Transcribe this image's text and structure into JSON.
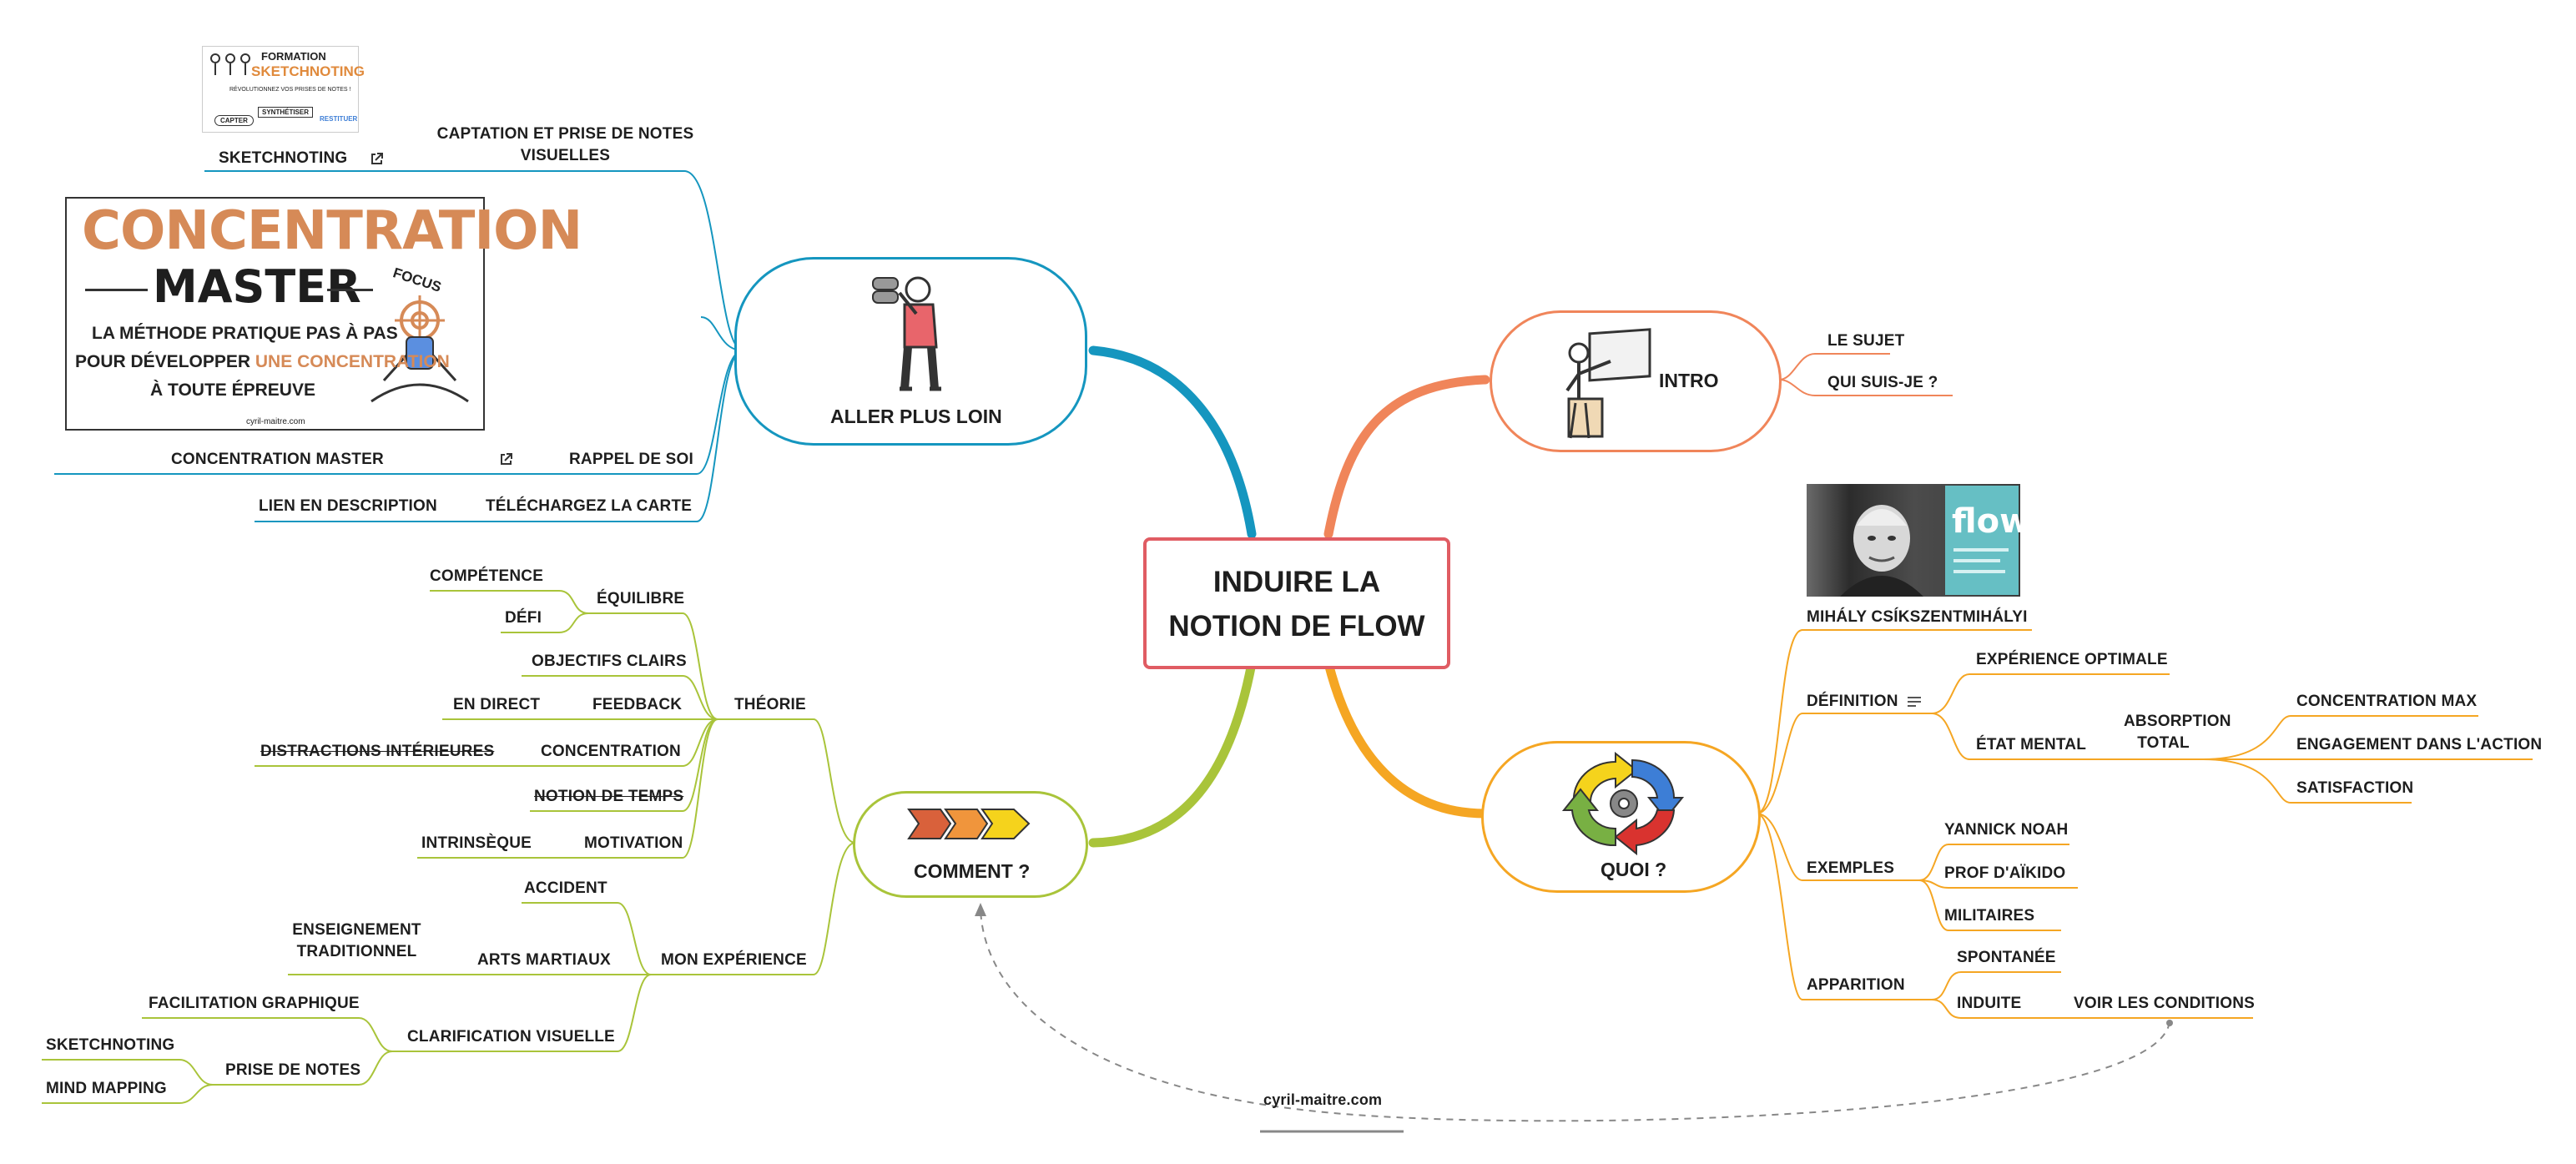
{
  "central": {
    "line1": "INDUIRE LA",
    "line2": "NOTION DE FLOW"
  },
  "colors": {
    "central": "#e05c63",
    "intro": "#f0855a",
    "quoi": "#f5a623",
    "comment": "#a9c43a",
    "aller": "#1596bf"
  },
  "intro": {
    "title": "INTRO",
    "icon": "presenter-icon",
    "items": [
      "LE SUJET",
      "QUI SUIS-JE ?"
    ]
  },
  "quoi": {
    "title": "QUOI ?",
    "icon": "cycle-arrows-gear-icon",
    "portrait_caption": "MIHÁLY CSÍKSZENTMIHÁLYI",
    "book_title": "flow",
    "definition": {
      "label": "DÉFINITION",
      "note_icon": "notes-icon",
      "optimal": "EXPÉRIENCE OPTIMALE",
      "etat": "ÉTAT MENTAL",
      "absorption": [
        "ABSORPTION",
        "TOTAL"
      ],
      "sub": [
        "CONCENTRATION MAX",
        "ENGAGEMENT DANS L'ACTION",
        "SATISFACTION"
      ]
    },
    "exemples": {
      "label": "EXEMPLES",
      "items": [
        "YANNICK NOAH",
        "PROF D'AÏKIDO",
        "MILITAIRES"
      ]
    },
    "apparition": {
      "label": "APPARITION",
      "spontanee": "SPONTANÉE",
      "induite": "INDUITE",
      "voir": "VOIR LES CONDITIONS"
    }
  },
  "comment": {
    "title": "COMMENT ?",
    "icon": "process-arrows-icon",
    "theorie": {
      "label": "THÉORIE",
      "equilibre": "ÉQUILIBRE",
      "competence": "COMPÉTENCE",
      "defi": "DÉFI",
      "objectifs": "OBJECTIFS CLAIRS",
      "feedback": "FEEDBACK",
      "en_direct": "EN DIRECT",
      "concentration": "CONCENTRATION",
      "distractions": "DISTRACTIONS INTÉRIEURES",
      "temps": "NOTION DE TEMPS",
      "motivation": "MOTIVATION",
      "intrinseque": "INTRINSÈQUE"
    },
    "experience": {
      "label": "MON EXPÉRIENCE",
      "accident": "ACCIDENT",
      "arts": "ARTS MARTIAUX",
      "enseignement": [
        "ENSEIGNEMENT",
        "TRADITIONNEL"
      ],
      "clarification": "CLARIFICATION VISUELLE",
      "facilitation": "FACILITATION GRAPHIQUE",
      "prise": "PRISE DE NOTES",
      "sketchnoting": "SKETCHNOTING",
      "mindmapping": "MIND MAPPING"
    }
  },
  "aller": {
    "title": "ALLER PLUS LOIN",
    "icon": "binoculars-person-icon",
    "captation": [
      "CAPTATION ET PRISE DE NOTES",
      "VISUELLES"
    ],
    "sketchnoting": "SKETCHNOTING",
    "rappel": "RAPPEL DE SOI",
    "concentration_master": "CONCENTRATION MASTER",
    "telechargez": "TÉLÉCHARGEZ LA CARTE",
    "lien": "LIEN EN DESCRIPTION",
    "formation_image": {
      "line1": "FORMATION",
      "line2": "SKETCHNOTING",
      "sub": "RÉVOLUTIONNEZ VOS PRISES DE NOTES !",
      "tags": [
        "CAPTER",
        "SYNTHÉTISER",
        "RESTITUER"
      ]
    },
    "cover_image": {
      "line1": "CONCENTRATION",
      "line2": "MASTER",
      "focus": "FOCUS",
      "text1": "LA MÉTHODE PRATIQUE PAS À PAS",
      "text2a": "POUR DÉVELOPPER",
      "text2b": "UNE CONCENTRATION",
      "text3": "À TOUTE ÉPREUVE",
      "url": "cyril-maitre.com"
    }
  },
  "footer": {
    "url": "cyril-maitre.com"
  }
}
